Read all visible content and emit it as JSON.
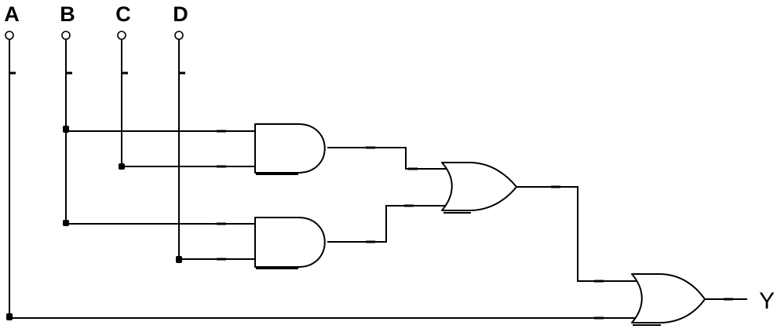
{
  "inputs": [
    {
      "label": "A"
    },
    {
      "label": "B"
    },
    {
      "label": "C"
    },
    {
      "label": "D"
    }
  ],
  "output": {
    "label": "Y"
  },
  "gates": [
    {
      "type": "AND",
      "inputs": [
        "B",
        "C"
      ]
    },
    {
      "type": "AND",
      "inputs": [
        "B",
        "D"
      ]
    },
    {
      "type": "OR",
      "inputs": [
        "AND1",
        "AND2"
      ]
    },
    {
      "type": "OR",
      "inputs": [
        "OR1",
        "A"
      ]
    }
  ],
  "colors": {
    "stroke": "#000000",
    "background": "#ffffff"
  }
}
